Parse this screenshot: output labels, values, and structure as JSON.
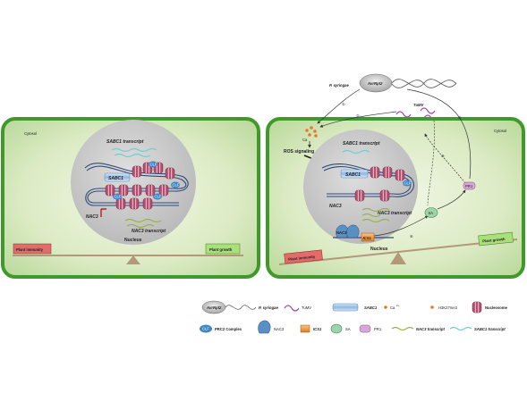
{
  "left_panel": {
    "cytosol": "Cytosol",
    "sabc1_transcript": "SABC1 transcript",
    "sabc1": "SABC1",
    "nac3": "NAC3",
    "nac3_transcript": "NAC3 transcript",
    "nucleus": "Nucleus",
    "plant_immunity": "Plant immunity",
    "plant_growth": "Plant growth",
    "clf": "CLF"
  },
  "right_panel": {
    "p_syringae": "P. syringae",
    "avrrpt2": "AvrRpt2",
    "tumv": "TuMV",
    "cytosol": "Cytosol",
    "ros_signaling": "ROS signaling",
    "sabc1_transcript": "SABC1 transcript",
    "sabc1": "SABC1",
    "nac3": "NAC3",
    "nac3_transcript": "NAC3 transcript",
    "ics1": "ICS1",
    "sa": "SA",
    "pr1": "PR1",
    "nucleus": "Nucleus",
    "plant_immunity": "Plant immunity",
    "plant_growth": "Plant growth",
    "clf": "CLF",
    "ca": "Ca",
    "steps": [
      "①",
      "②",
      "③",
      "④",
      "⑤",
      "⑥"
    ]
  },
  "legend": {
    "avrrpt2": "AvrRpt2",
    "p_syringae": "P. syringae",
    "tumv": "TuMV",
    "sabc1": "SABC1",
    "ca": "Ca",
    "ca_sup": "2+",
    "h3k27me3": "H3K27me3",
    "nucleosome": "Nucleosome",
    "clf": "CLF",
    "prc2": "PRC2 Complex",
    "nac3": "NAC3",
    "ics1": "ICS1",
    "sa": "SA",
    "pr1": "PR1",
    "nac3_transcript": "NAC3 transcript",
    "sabc1_transcript": "SABC1 transcript"
  },
  "colors": {
    "cell_border": "#3f9a2a",
    "cell_fill": "#dcebc4",
    "nucleus_fill": "#c9c9c9",
    "sabc1_blue": "#8fb8e0",
    "nucleosome": "#b54d6e",
    "clf_blue": "#3f86c4",
    "nac3_transcript": "#9bb24a",
    "sabc1_transcript": "#6fcfcf",
    "ics1_orange": "#e8923a",
    "sa_green": "#9fd3a9",
    "pr1_purple": "#d7a7d7",
    "immunity_red": "#e56a6a",
    "growth_green": "#a8e07a",
    "balance_brown": "#b3987a",
    "h3k27me3": "#e8782a"
  }
}
